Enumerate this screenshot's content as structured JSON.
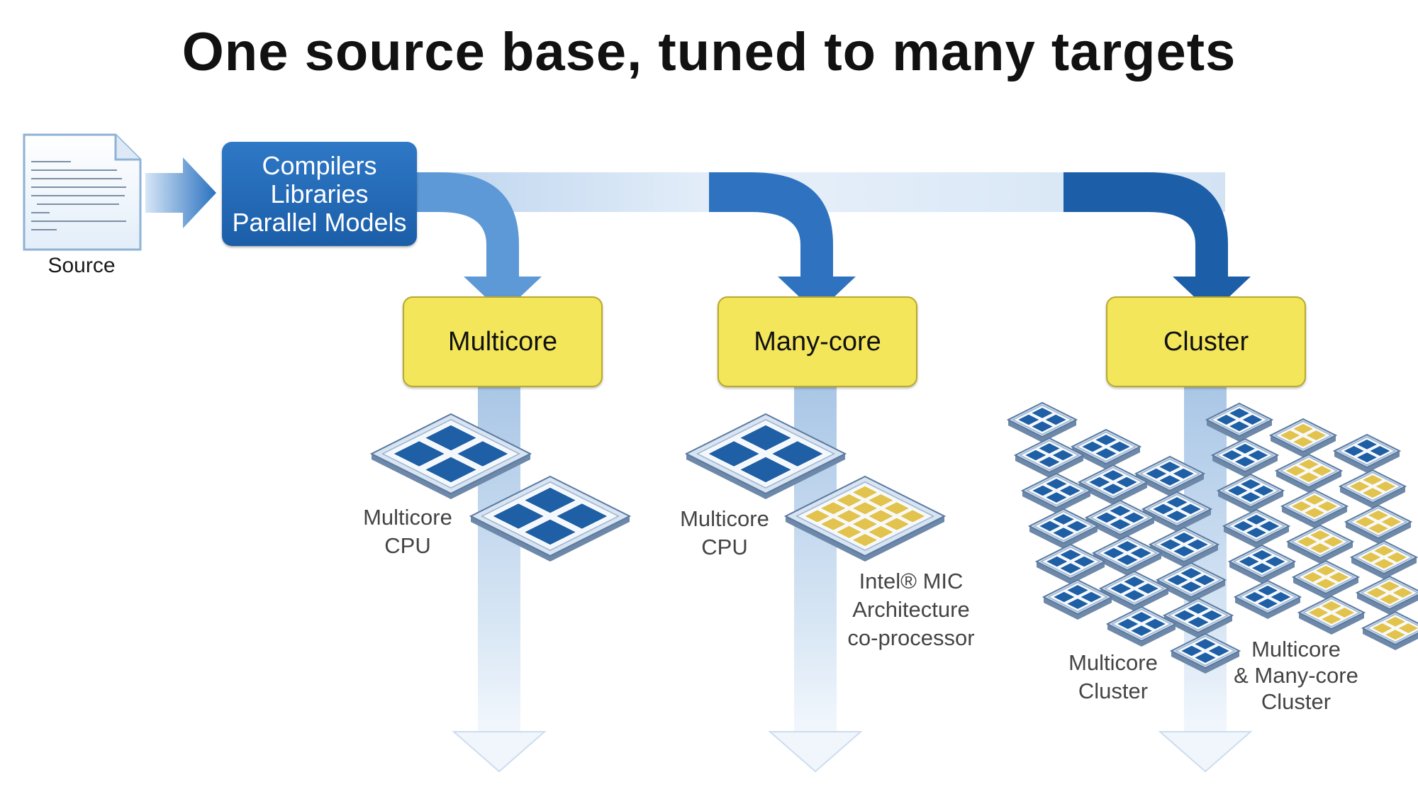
{
  "title": "One source base, tuned to many targets",
  "source": {
    "label": "Source"
  },
  "tools": {
    "line1": "Compilers",
    "line2": "Libraries",
    "line3": "Parallel Models"
  },
  "targets": [
    {
      "label": "Multicore"
    },
    {
      "label": "Many-core"
    },
    {
      "label": "Cluster"
    }
  ],
  "captions": {
    "multicore_cpu_1": {
      "line1": "Multicore",
      "line2": "CPU"
    },
    "multicore_cpu_2": {
      "line1": "Multicore",
      "line2": "CPU"
    },
    "mic": {
      "line1": "Intel® MIC",
      "line2": "Architecture",
      "line3": "co-processor"
    },
    "multicore_cluster": {
      "line1": "Multicore",
      "line2": "Cluster"
    },
    "mixed_cluster": {
      "line1": "Multicore",
      "line2": "& Many-core",
      "line3": "Cluster"
    }
  },
  "colors": {
    "arrow_blue": "#1f65b3",
    "chip_blue": "#1e5fa6",
    "chip_gold": "#e2c34e",
    "target_yellow": "#f3e65b"
  }
}
